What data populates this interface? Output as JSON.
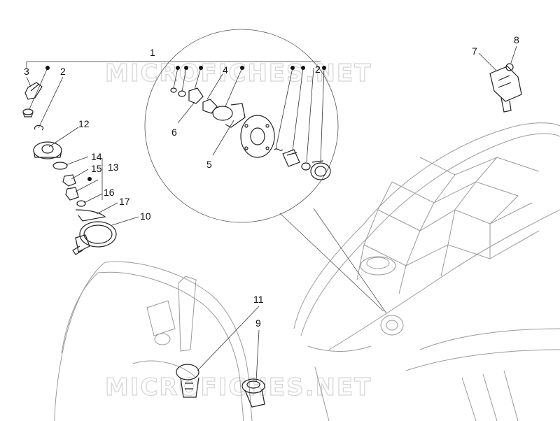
{
  "watermark": {
    "text": "MICROFICHES.NET"
  },
  "callouts": {
    "c1": "1",
    "c2a": "2",
    "c2b": "2",
    "c3": "3",
    "c4": "4",
    "c5": "5",
    "c6": "6",
    "c7": "7",
    "c8": "8",
    "c9": "9",
    "c10": "10",
    "c11": "11",
    "c12": "12",
    "c13": "13",
    "c14": "14",
    "c15": "15",
    "c16": "16",
    "c17": "17"
  }
}
